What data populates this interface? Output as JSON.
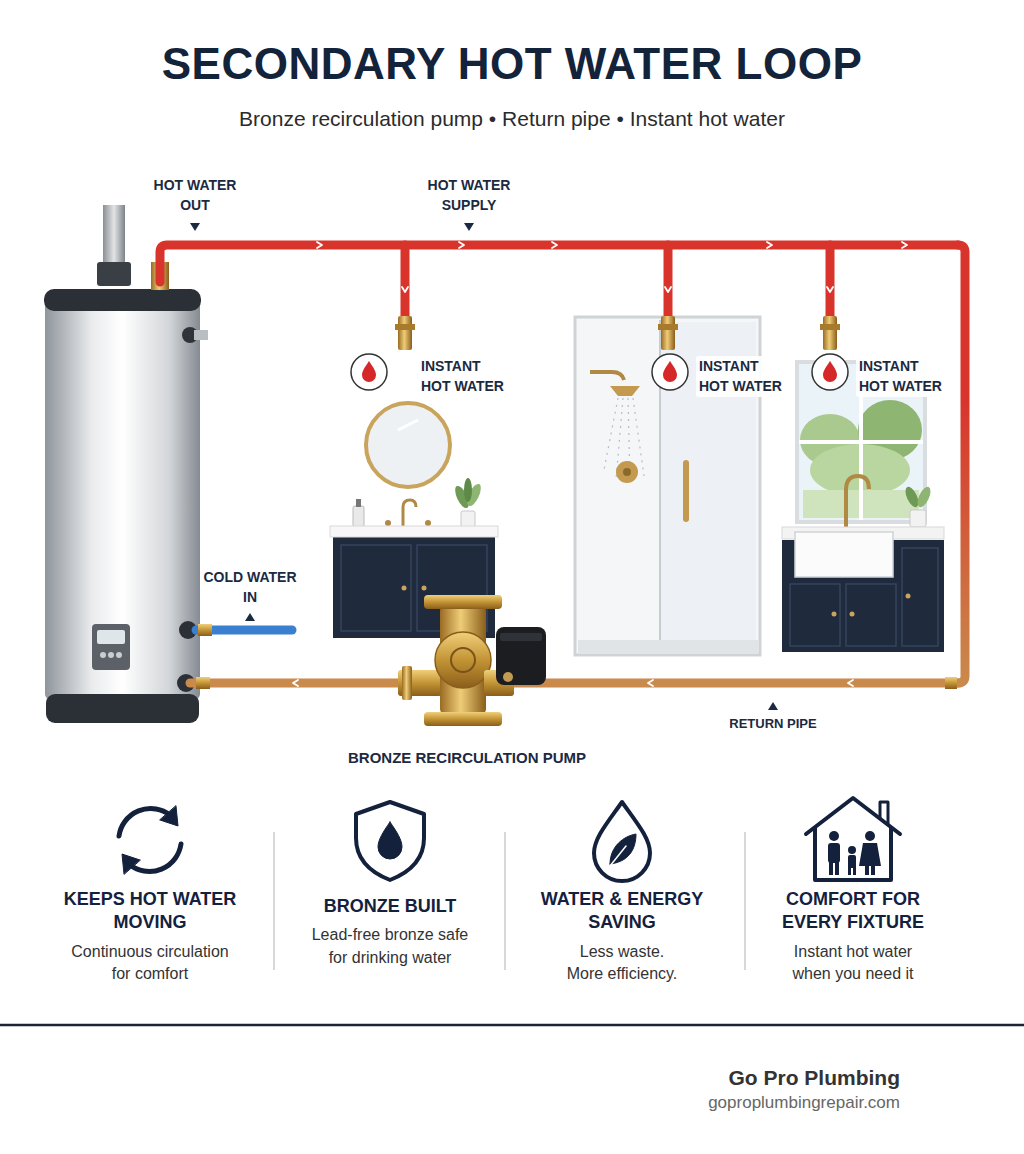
{
  "diagram": {
    "title": "SECONDARY HOT WATER LOOP",
    "nodes": [
      {
        "text": [
          "KEEPS HOT WATER MOVING",
          "Continuous circulation for comfort"
        ]
      },
      {
        "text": [
          "BRONZE BUILT",
          "Lead-free bronze safe for drinking water"
        ]
      },
      {
        "text": [
          "WATER & ENERGY SAVING",
          "Less waste. More efficiency."
        ]
      },
      {
        "text": [
          "COMFORT FOR EVERY FIXTURE",
          "Instant hot water when you need it"
        ]
      }
    ],
    "labels": [
      "Bronze recirculation pump • Return pipe • Instant hot water",
      "HOT WATER OUT",
      "HOT WATER SUPPLY",
      "INSTANT HOT WATER",
      "INSTANT HOT WATER",
      "INSTANT HOT WATER",
      "COLD WATER IN",
      "BRONZE RECIRCULATION PUMP",
      "RETURN PIPE",
      "Go Pro Plumbing",
      "goproplumbingrepair.com"
    ]
  }
}
